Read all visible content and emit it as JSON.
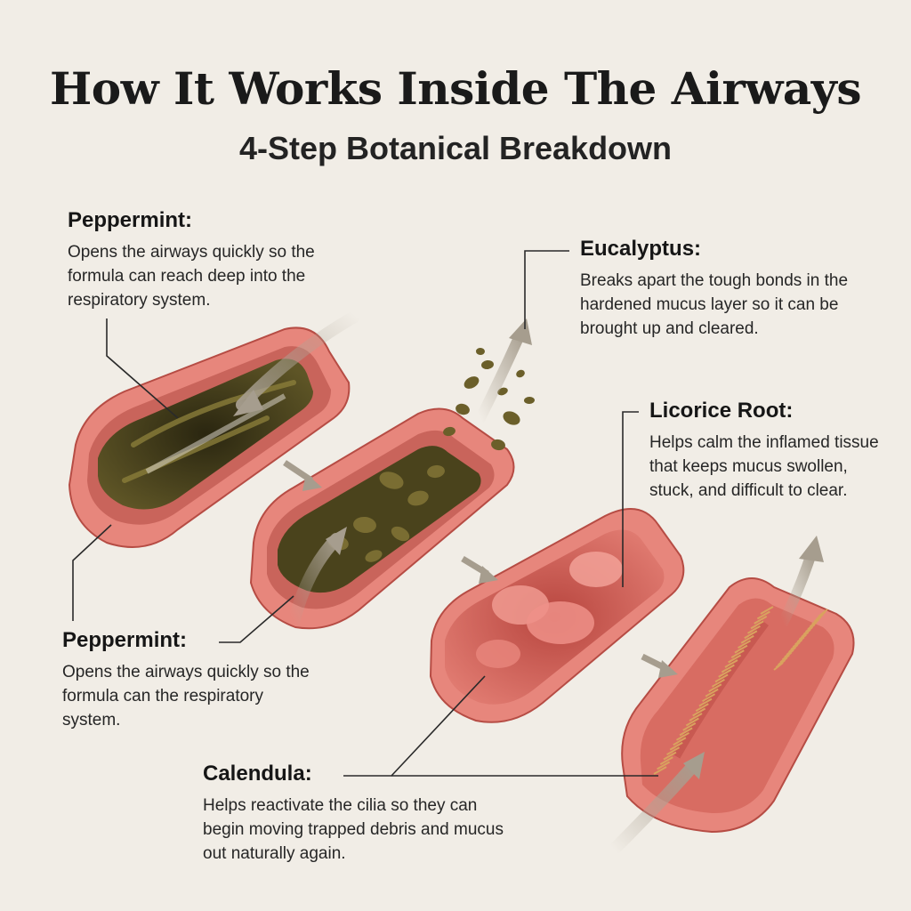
{
  "header": {
    "title": "How It Works Inside The Airways",
    "subtitle": "4-Step Botanical Breakdown"
  },
  "labels": {
    "peppermint_top": {
      "name": "Peppermint:",
      "description": "Opens the airways quickly so the formula can reach deep into the respiratory system."
    },
    "eucalyptus": {
      "name": "Eucalyptus:",
      "description": "Breaks apart the tough bonds in the hardened mucus layer so it can be brought up and cleared."
    },
    "licorice_root": {
      "name": "Licorice Root:",
      "description": "Helps calm the inflamed tissue that keeps mucus swollen, stuck, and difficult to clear."
    },
    "peppermint_bottom": {
      "name": "Peppermint:",
      "description": "Opens the airways quickly so the formula can the respiratory system."
    },
    "calendula": {
      "name": "Calendula:",
      "description": "Helps reactivate the cilia so they can begin moving trapped debris and mucus out naturally again."
    }
  },
  "colors": {
    "background": "#f1ede6",
    "tissue": "#e7867c",
    "tissue_dark": "#c4564d",
    "tissue_light": "#f4aaa0",
    "mucus": "#5e5526",
    "mucus_dark": "#3b3514",
    "cilia": "#d9a25f",
    "arrow": "#b3aa9c"
  }
}
